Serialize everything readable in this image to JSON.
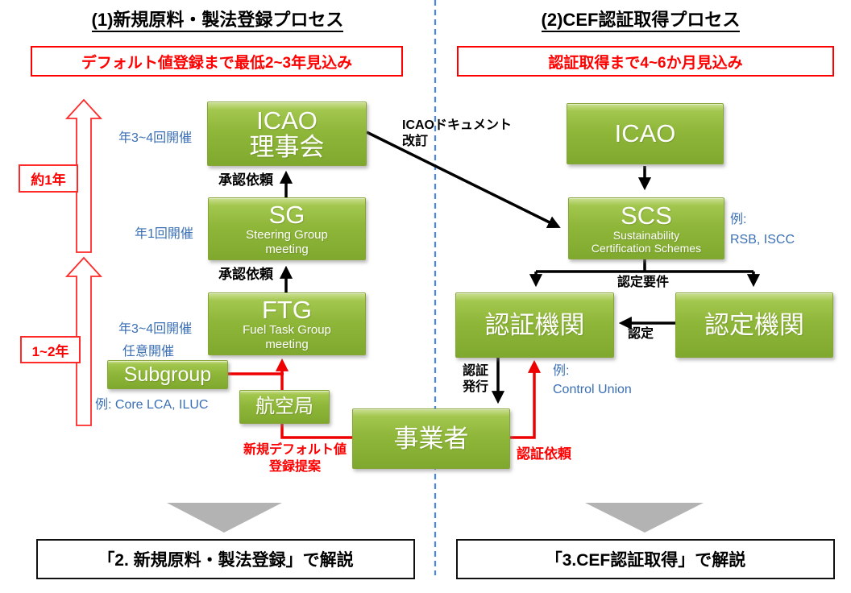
{
  "left": {
    "title": "(1)新規原料・製法登録プロセス",
    "banner": "デフォルト値登録まで最低2~3年見込み",
    "duration_top": "約1年",
    "duration_bottom": "1~2年",
    "labels": {
      "icao_freq": "年3~4回開催",
      "sg_freq": "年1回開催",
      "ftg_freq": "年3~4回開催",
      "subgroup_freq": "任意開催",
      "approval_request_1": "承認依頼",
      "approval_request_2": "承認依頼",
      "subgroup_example": "例: Core LCA, ILUC",
      "proposal_line1": "新規デフォルト値",
      "proposal_line2": "登録提案"
    },
    "boxes": {
      "icao_council_line1": "ICAO",
      "icao_council_line2": "理事会",
      "sg_title": "SG",
      "sg_sub1": "Steering Group",
      "sg_sub2": "meeting",
      "ftg_title": "FTG",
      "ftg_sub1": "Fuel Task Group",
      "ftg_sub2": "meeting",
      "subgroup": "Subgroup",
      "aviation_bureau": "航空局"
    },
    "footer": "「2. 新規原料・製法登録」で解説"
  },
  "center": {
    "operator": "事業者",
    "icao_document_line1": "ICAOドキュメント",
    "icao_document_line2": "改訂"
  },
  "right": {
    "title": "(2)CEF認証取得プロセス",
    "banner": "認証取得まで4~6か月見込み",
    "labels": {
      "scs_example_line1": "例:",
      "scs_example_line2": "RSB, ISCC",
      "accreditation_requirements": "認定要件",
      "accreditation": "認定",
      "cert_issue_line1": "認証",
      "cert_issue_line2": "発行",
      "cert_body_example_line1": "例:",
      "cert_body_example_line2": "Control Union",
      "cert_request": "認証依頼"
    },
    "boxes": {
      "icao": "ICAO",
      "scs_title": "SCS",
      "scs_sub1": "Sustainability",
      "scs_sub2": "Certification Schemes",
      "certification_body": "認証機関",
      "accreditation_body": "認定機関"
    },
    "footer": "「3.CEF認証取得」で解説"
  },
  "colors": {
    "box_green": "#8fb73a",
    "accent_red": "#ff0000",
    "label_blue": "#3a6fb5",
    "divider_blue": "#4a86e8",
    "triangle_gray": "#b3b3b3"
  }
}
